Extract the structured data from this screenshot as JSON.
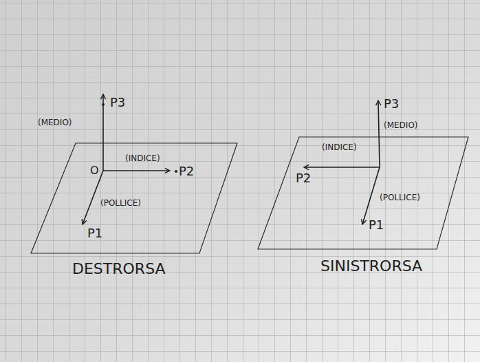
{
  "diagram": {
    "labels": [
      "P3",
      "(MEDIO)",
      "(INDICE)",
      "O",
      "P2",
      "(POLLICE)",
      "P1",
      "DESTRORSA",
      "P3",
      "(MEDIO)",
      "(INDICE)",
      "P2",
      "(POLLICE)",
      "P1",
      "SINISTRORSA"
    ]
  }
}
